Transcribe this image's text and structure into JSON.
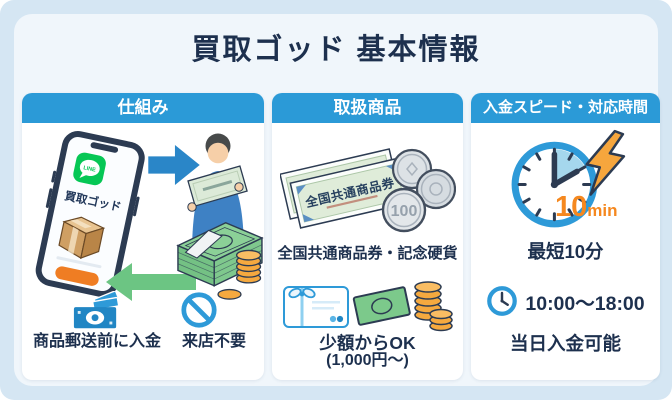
{
  "title": "買取ゴッド 基本情報",
  "colors": {
    "header_blue": "#2b9ad7",
    "navy_text": "#1d304e",
    "accent_orange": "#f5881f",
    "arrow_blue": "#2a86c8",
    "arrow_green": "#6cc583",
    "line_green": "#06c755",
    "coin_orange": "#f5a93f",
    "bill_green": "#85cc92",
    "icon_blue": "#2e9ad8"
  },
  "cards": {
    "mechanism": {
      "header": "仕組み",
      "line_label": "LINE",
      "phone_app_label": "買取ゴッド",
      "icons": [
        "smartphone-icon",
        "line-icon",
        "package-icon",
        "arrow-right-icon",
        "person-icon",
        "arrow-left-icon",
        "cash-stack-icon",
        "banknote-icon",
        "no-entry-icon"
      ],
      "features": [
        {
          "icon": "banknote-icon",
          "label": "商品郵送前に入金"
        },
        {
          "icon": "no-entry-icon",
          "label": "来店不要"
        }
      ]
    },
    "products": {
      "header": "取扱商品",
      "certificate_label": "全国共通商品券",
      "coin_value": "100",
      "icons": [
        "gift-certificate-icon",
        "coins-icon",
        "gift-card-icon",
        "banknote-icon",
        "coin-stack-icon"
      ],
      "caption": "全国共通商品券・記念硬貨",
      "subcaption": "少額からOK",
      "subcaption2": "(1,000円〜)"
    },
    "speed": {
      "header": "入金スピード・対応時間",
      "icons": [
        "stopwatch-icon",
        "lightning-icon",
        "clock-icon"
      ],
      "badge_number": "10",
      "badge_unit": "min",
      "line1": "最短10分",
      "hours": "10:00〜18:00",
      "line3": "当日入金可能"
    }
  }
}
